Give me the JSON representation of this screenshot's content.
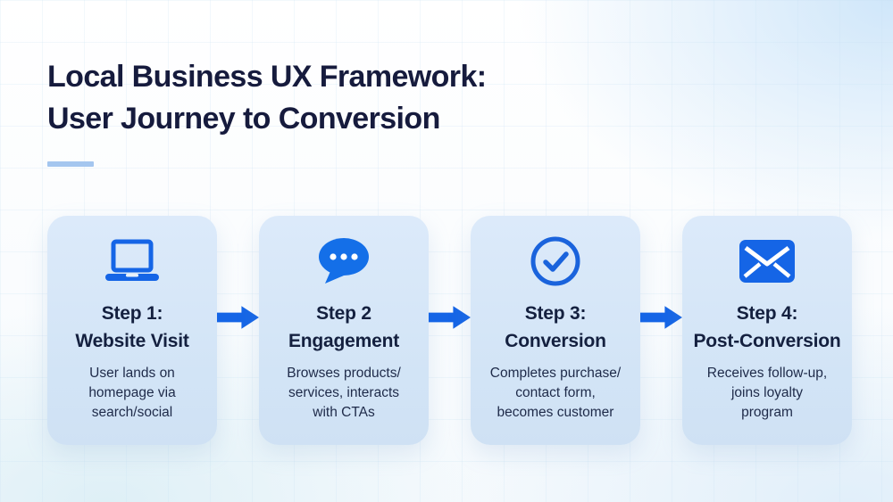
{
  "header": {
    "title": "Local Business UX Framework:\nUser Journey to Conversion"
  },
  "steps": [
    {
      "icon": "laptop-icon",
      "heading": "Step 1:\nWebsite Visit",
      "description": "User lands on\nhomepage via\nsearch/social"
    },
    {
      "icon": "chat-bubble-icon",
      "heading": "Step 2\nEngagement",
      "description": "Browses products/\nservices, interacts\nwith CTAs"
    },
    {
      "icon": "check-circle-icon",
      "heading": "Step 3:\nConversion",
      "description": "Completes purchase/\ncontact form,\nbecomes customer"
    },
    {
      "icon": "mail-icon",
      "heading": "Step 4:\nPost-Conversion",
      "description": "Receives follow-up,\njoins loyalty\nprogram"
    }
  ],
  "colors": {
    "accent_blue": "#1565e6",
    "title_navy": "#161b3d",
    "card_background": "#d4e6f7",
    "underline_blue": "#a4c6ef"
  }
}
